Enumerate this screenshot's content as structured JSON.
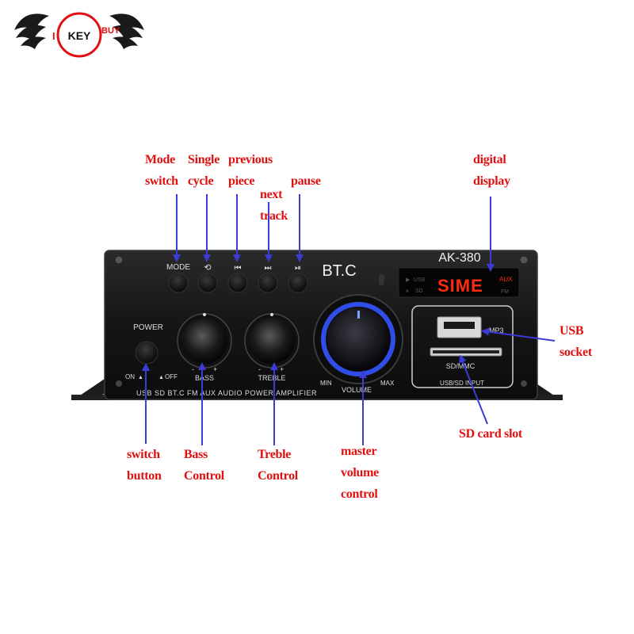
{
  "logo": {
    "text_left": "I",
    "text_center": "KEY",
    "text_right": "BUY"
  },
  "device": {
    "model": "AK-380",
    "brand": "BT.C",
    "mode_label": "MODE",
    "power_label": "POWER",
    "on_label": "ON",
    "off_label": "OFF",
    "bass_label": "BASS",
    "treble_label": "TREBLE",
    "volume_label": "VOLUME",
    "min_label": "MIN",
    "max_label": "MAX",
    "mp3_label": "MP3",
    "sd_label": "SD/MMC",
    "input_label": "USB/SD INPUT",
    "strip_text": "USB SD BT.C FM AUX AUDIO POWER AMPLIFIER",
    "display_text": "SIME",
    "display_aux": "AUX",
    "display_fm": "FM",
    "display_usb": "USB",
    "display_sd": "SD",
    "minus": "-",
    "plus": "+"
  },
  "annotations": {
    "mode_switch": [
      "Mode",
      "switch"
    ],
    "single_cycle": [
      "Single",
      "cycle"
    ],
    "previous_piece": [
      "previous",
      "piece"
    ],
    "next_track": [
      "next",
      "track"
    ],
    "pause": [
      "pause"
    ],
    "digital_display": [
      "digital",
      "display"
    ],
    "usb_socket": [
      "USB",
      "socket"
    ],
    "sd_card_slot": [
      "SD card slot"
    ],
    "switch_button": [
      "switch",
      "button"
    ],
    "bass_control": [
      "Bass",
      "Control"
    ],
    "treble_control": [
      "Treble",
      "Control"
    ],
    "master_volume": [
      "master",
      "volume",
      "control"
    ]
  },
  "colors": {
    "annotation": "#e01010",
    "arrow": "#3b3bd6",
    "display": "#ff2a10",
    "volume_glow": "#3355ff"
  }
}
